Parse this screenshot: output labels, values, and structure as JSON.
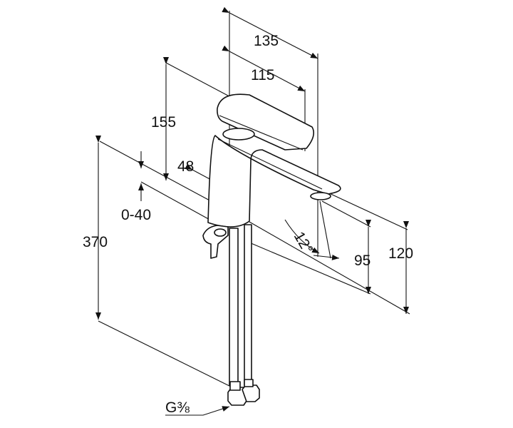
{
  "title": "Faucet dimension drawing",
  "dimensions": {
    "width_total": "135",
    "width_spout": "115",
    "height_handle": "155",
    "body_depth": "48",
    "deck_thickness": "0-40",
    "total_height": "370",
    "spout_height_low": "95",
    "spout_height_high": "120",
    "spout_angle": "12°",
    "connection": "G⅜"
  },
  "colors": {
    "line": "#111111",
    "background": "#ffffff"
  }
}
